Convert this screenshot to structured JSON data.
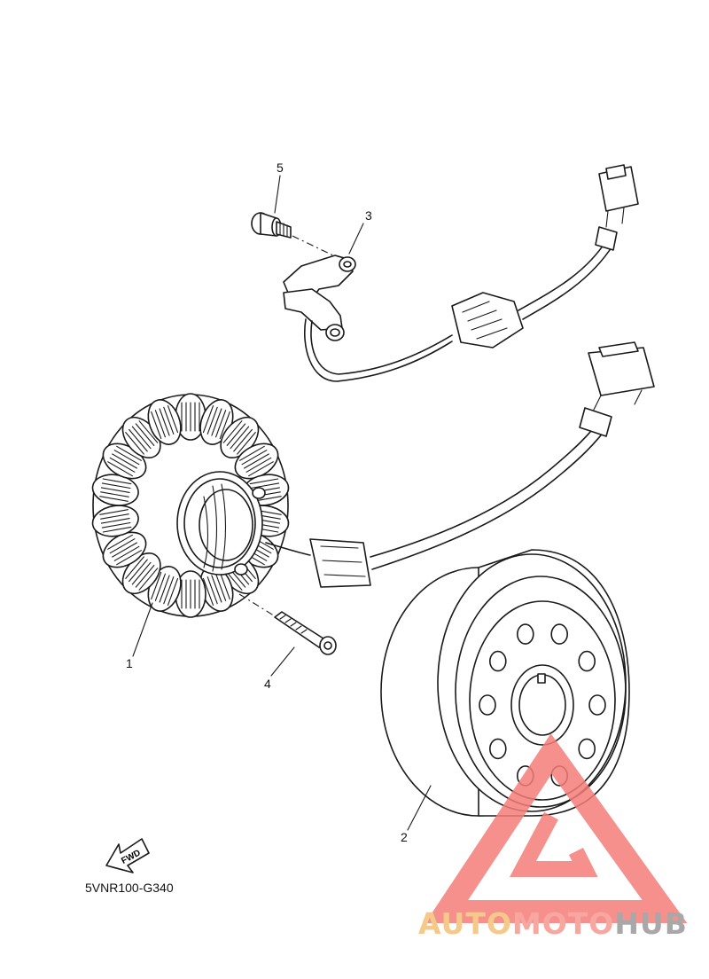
{
  "diagram": {
    "callouts": [
      {
        "id": "1",
        "label": "1"
      },
      {
        "id": "2",
        "label": "2"
      },
      {
        "id": "3",
        "label": "3"
      },
      {
        "id": "4",
        "label": "4"
      },
      {
        "id": "5",
        "label": "5"
      }
    ],
    "fwd_label": "FWD",
    "drawing_code": "5VNR100-G340"
  },
  "watermark": {
    "word_part1": "AUTO",
    "word_part2": "MOTO",
    "word_part3": "HUB",
    "colors": {
      "part1": "#f5c98a",
      "part2": "#f7a7a0",
      "part3": "#a8a8a8",
      "triangle": "#f47d78"
    }
  }
}
